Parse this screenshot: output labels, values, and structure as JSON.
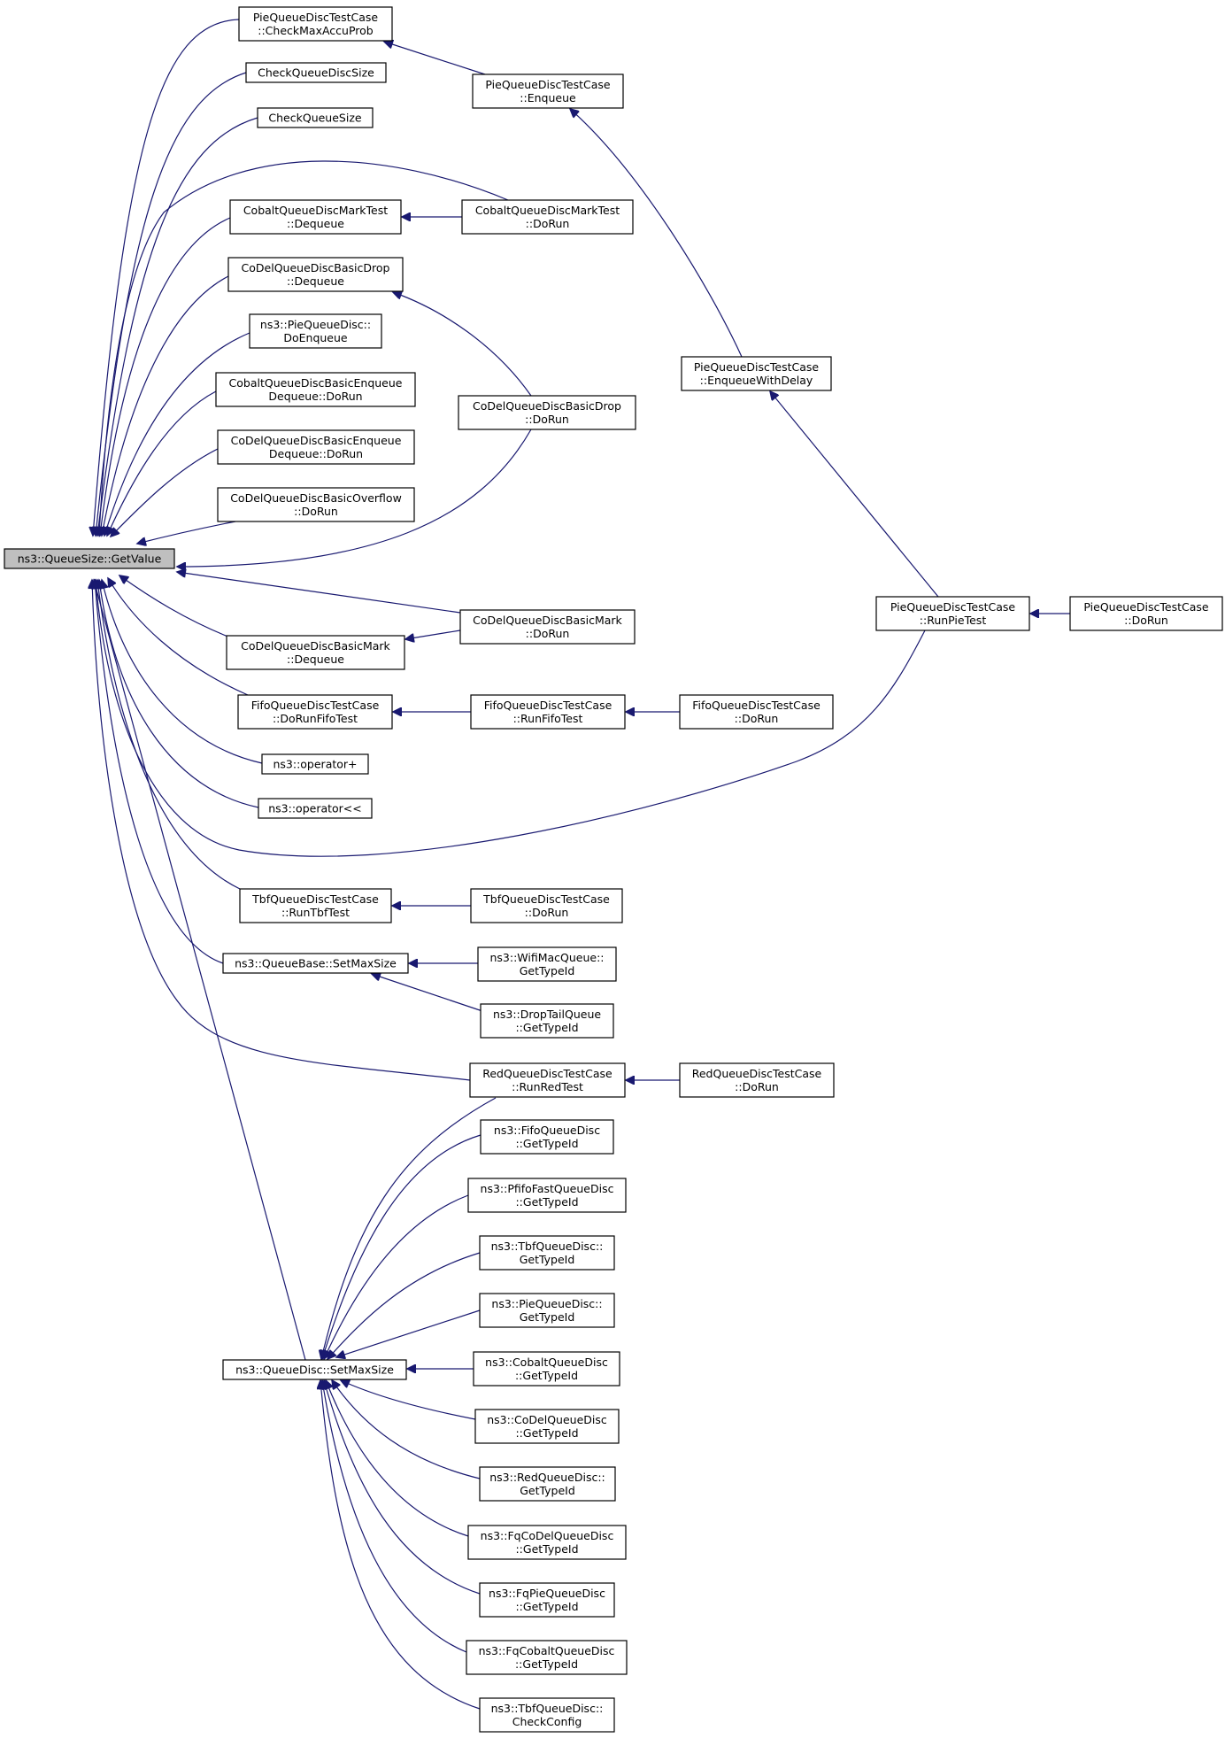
{
  "diagram": {
    "colors": {
      "edge": "#191970",
      "node_border": "#000000",
      "node_fill": "#ffffff",
      "root_fill": "#bfbfbf"
    },
    "root": "n_root",
    "nodes": [
      {
        "id": "n_root",
        "lines": [
          "ns3::QueueSize::GetValue"
        ]
      },
      {
        "id": "n_pie_checkmax",
        "lines": [
          "PieQueueDiscTestCase",
          "::CheckMaxAccuProb"
        ]
      },
      {
        "id": "n_cqds",
        "lines": [
          "CheckQueueDiscSize"
        ]
      },
      {
        "id": "n_cqs",
        "lines": [
          "CheckQueueSize"
        ]
      },
      {
        "id": "n_cobalt_mark_deq",
        "lines": [
          "CobaltQueueDiscMarkTest",
          "::Dequeue"
        ]
      },
      {
        "id": "n_codel_drop_deq",
        "lines": [
          "CoDelQueueDiscBasicDrop",
          "::Dequeue"
        ]
      },
      {
        "id": "n_pie_doenq",
        "lines": [
          "ns3::PieQueueDisc::",
          "DoEnqueue"
        ]
      },
      {
        "id": "n_cobalt_enqdeq",
        "lines": [
          "CobaltQueueDiscBasicEnqueue",
          "Dequeue::DoRun"
        ]
      },
      {
        "id": "n_codel_enqdeq",
        "lines": [
          "CoDelQueueDiscBasicEnqueue",
          "Dequeue::DoRun"
        ]
      },
      {
        "id": "n_codel_overflow",
        "lines": [
          "CoDelQueueDiscBasicOverflow",
          "::DoRun"
        ]
      },
      {
        "id": "n_codel_mark_deq",
        "lines": [
          "CoDelQueueDiscBasicMark",
          "::Dequeue"
        ]
      },
      {
        "id": "n_fifo_dorun_test",
        "lines": [
          "FifoQueueDiscTestCase",
          "::DoRunFifoTest"
        ]
      },
      {
        "id": "n_op_plus",
        "lines": [
          "ns3::operator+"
        ]
      },
      {
        "id": "n_op_shl",
        "lines": [
          "ns3::operator<<"
        ]
      },
      {
        "id": "n_tbf_runtest",
        "lines": [
          "TbfQueueDiscTestCase",
          "::RunTbfTest"
        ]
      },
      {
        "id": "n_qb_setmax",
        "lines": [
          "ns3::QueueBase::SetMaxSize"
        ]
      },
      {
        "id": "n_qd_setmax",
        "lines": [
          "ns3::QueueDisc::SetMaxSize"
        ]
      },
      {
        "id": "n_pie_enqueue",
        "lines": [
          "PieQueueDiscTestCase",
          "::Enqueue"
        ]
      },
      {
        "id": "n_cobalt_mark_dorun",
        "lines": [
          "CobaltQueueDiscMarkTest",
          "::DoRun"
        ]
      },
      {
        "id": "n_codel_drop_dorun",
        "lines": [
          "CoDelQueueDiscBasicDrop",
          "::DoRun"
        ]
      },
      {
        "id": "n_codel_mark_dorun",
        "lines": [
          "CoDelQueueDiscBasicMark",
          "::DoRun"
        ]
      },
      {
        "id": "n_fifo_runtest",
        "lines": [
          "FifoQueueDiscTestCase",
          "::RunFifoTest"
        ]
      },
      {
        "id": "n_tbf_dorun",
        "lines": [
          "TbfQueueDiscTestCase",
          "::DoRun"
        ]
      },
      {
        "id": "n_wifimac_gettype",
        "lines": [
          "ns3::WifiMacQueue::",
          "GetTypeId"
        ]
      },
      {
        "id": "n_droptail_gettype",
        "lines": [
          "ns3::DropTailQueue",
          "::GetTypeId"
        ]
      },
      {
        "id": "n_red_runtest",
        "lines": [
          "RedQueueDiscTestCase",
          "::RunRedTest"
        ]
      },
      {
        "id": "n_fifoqd_gettype",
        "lines": [
          "ns3::FifoQueueDisc",
          "::GetTypeId"
        ]
      },
      {
        "id": "n_pfifo_gettype",
        "lines": [
          "ns3::PfifoFastQueueDisc",
          "::GetTypeId"
        ]
      },
      {
        "id": "n_tbfqd_gettype",
        "lines": [
          "ns3::TbfQueueDisc::",
          "GetTypeId"
        ]
      },
      {
        "id": "n_pieqd_gettype",
        "lines": [
          "ns3::PieQueueDisc::",
          "GetTypeId"
        ]
      },
      {
        "id": "n_cobaltqd_gettype",
        "lines": [
          "ns3::CobaltQueueDisc",
          "::GetTypeId"
        ]
      },
      {
        "id": "n_codelqd_gettype",
        "lines": [
          "ns3::CoDelQueueDisc",
          "::GetTypeId"
        ]
      },
      {
        "id": "n_redqd_gettype",
        "lines": [
          "ns3::RedQueueDisc::",
          "GetTypeId"
        ]
      },
      {
        "id": "n_fqcodel_gettype",
        "lines": [
          "ns3::FqCoDelQueueDisc",
          "::GetTypeId"
        ]
      },
      {
        "id": "n_fqpie_gettype",
        "lines": [
          "ns3::FqPieQueueDisc",
          "::GetTypeId"
        ]
      },
      {
        "id": "n_fqcobalt_gettype",
        "lines": [
          "ns3::FqCobaltQueueDisc",
          "::GetTypeId"
        ]
      },
      {
        "id": "n_tbfqd_checkcfg",
        "lines": [
          "ns3::TbfQueueDisc::",
          "CheckConfig"
        ]
      },
      {
        "id": "n_pie_enq_delay",
        "lines": [
          "PieQueueDiscTestCase",
          "::EnqueueWithDelay"
        ]
      },
      {
        "id": "n_fifo_dorun",
        "lines": [
          "FifoQueueDiscTestCase",
          "::DoRun"
        ]
      },
      {
        "id": "n_red_dorun",
        "lines": [
          "RedQueueDiscTestCase",
          "::DoRun"
        ]
      },
      {
        "id": "n_pie_runtest",
        "lines": [
          "PieQueueDiscTestCase",
          "::RunPieTest"
        ]
      },
      {
        "id": "n_pie_dorun",
        "lines": [
          "PieQueueDiscTestCase",
          "::DoRun"
        ]
      }
    ],
    "edges": [
      {
        "from": "n_pie_checkmax",
        "to": "n_root"
      },
      {
        "from": "n_cqds",
        "to": "n_root"
      },
      {
        "from": "n_cqs",
        "to": "n_root"
      },
      {
        "from": "n_cobalt_mark_dorun",
        "to": "n_root"
      },
      {
        "from": "n_cobalt_mark_deq",
        "to": "n_root"
      },
      {
        "from": "n_codel_drop_deq",
        "to": "n_root"
      },
      {
        "from": "n_pie_doenq",
        "to": "n_root"
      },
      {
        "from": "n_cobalt_enqdeq",
        "to": "n_root"
      },
      {
        "from": "n_codel_enqdeq",
        "to": "n_root"
      },
      {
        "from": "n_codel_overflow",
        "to": "n_root"
      },
      {
        "from": "n_codel_drop_dorun",
        "to": "n_root"
      },
      {
        "from": "n_codel_mark_dorun",
        "to": "n_root"
      },
      {
        "from": "n_codel_mark_deq",
        "to": "n_root"
      },
      {
        "from": "n_fifo_dorun_test",
        "to": "n_root"
      },
      {
        "from": "n_op_plus",
        "to": "n_root"
      },
      {
        "from": "n_op_shl",
        "to": "n_root"
      },
      {
        "from": "n_pie_runtest",
        "to": "n_root"
      },
      {
        "from": "n_tbf_runtest",
        "to": "n_root"
      },
      {
        "from": "n_qb_setmax",
        "to": "n_root"
      },
      {
        "from": "n_red_runtest",
        "to": "n_root"
      },
      {
        "from": "n_qd_setmax",
        "to": "n_root"
      },
      {
        "from": "n_pie_enqueue",
        "to": "n_pie_checkmax"
      },
      {
        "from": "n_pie_enq_delay",
        "to": "n_pie_enqueue"
      },
      {
        "from": "n_pie_runtest",
        "to": "n_pie_enq_delay"
      },
      {
        "from": "n_pie_dorun",
        "to": "n_pie_runtest"
      },
      {
        "from": "n_cobalt_mark_dorun",
        "to": "n_cobalt_mark_deq"
      },
      {
        "from": "n_codel_drop_dorun",
        "to": "n_codel_drop_deq"
      },
      {
        "from": "n_codel_mark_dorun",
        "to": "n_codel_mark_deq"
      },
      {
        "from": "n_fifo_runtest",
        "to": "n_fifo_dorun_test"
      },
      {
        "from": "n_fifo_dorun",
        "to": "n_fifo_runtest"
      },
      {
        "from": "n_tbf_dorun",
        "to": "n_tbf_runtest"
      },
      {
        "from": "n_wifimac_gettype",
        "to": "n_qb_setmax"
      },
      {
        "from": "n_droptail_gettype",
        "to": "n_qb_setmax"
      },
      {
        "from": "n_red_dorun",
        "to": "n_red_runtest"
      },
      {
        "from": "n_red_runtest",
        "to": "n_qd_setmax"
      },
      {
        "from": "n_fifoqd_gettype",
        "to": "n_qd_setmax"
      },
      {
        "from": "n_pfifo_gettype",
        "to": "n_qd_setmax"
      },
      {
        "from": "n_tbfqd_gettype",
        "to": "n_qd_setmax"
      },
      {
        "from": "n_pieqd_gettype",
        "to": "n_qd_setmax"
      },
      {
        "from": "n_cobaltqd_gettype",
        "to": "n_qd_setmax"
      },
      {
        "from": "n_codelqd_gettype",
        "to": "n_qd_setmax"
      },
      {
        "from": "n_redqd_gettype",
        "to": "n_qd_setmax"
      },
      {
        "from": "n_fqcodel_gettype",
        "to": "n_qd_setmax"
      },
      {
        "from": "n_fqpie_gettype",
        "to": "n_qd_setmax"
      },
      {
        "from": "n_fqcobalt_gettype",
        "to": "n_qd_setmax"
      },
      {
        "from": "n_tbfqd_checkcfg",
        "to": "n_qd_setmax"
      }
    ]
  }
}
